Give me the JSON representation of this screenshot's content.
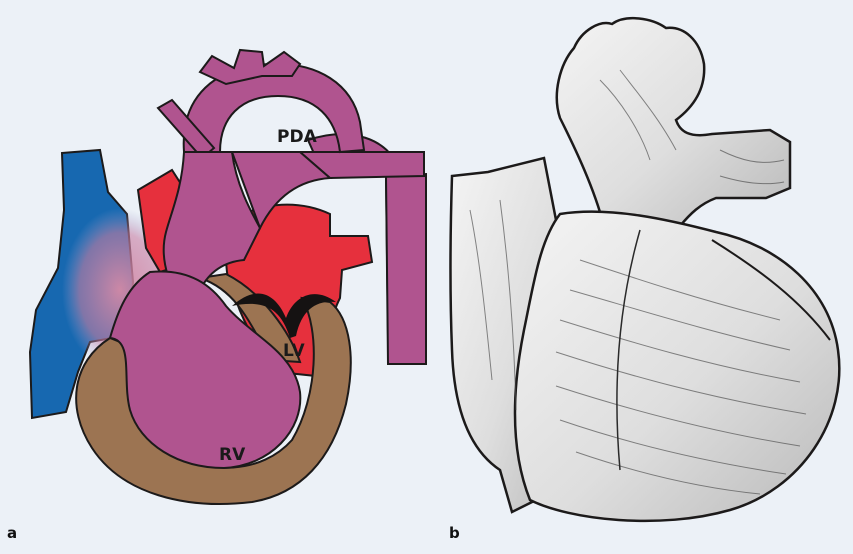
{
  "panels": [
    {
      "letter": "a",
      "labels": {
        "pda": "PDA",
        "lv": "LV",
        "rv": "RV"
      }
    },
    {
      "letter": "b"
    }
  ],
  "colors": {
    "background": "#ecf1f7",
    "vein_blue": "#1768b0",
    "mixing_pink": "#c7708f",
    "oxygenated_red": "#e6303d",
    "great_artery_magenta": "#b0548f",
    "myocardium_brown": "#9c7452",
    "outline": "#1c1a1a",
    "drawing_gray": "#d9d9d9"
  }
}
